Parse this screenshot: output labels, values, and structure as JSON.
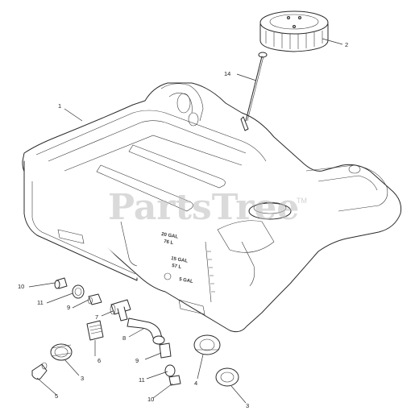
{
  "watermark": {
    "text": "PartsTree",
    "tm": "TM"
  },
  "tank_markings": [
    "20 GAL",
    "76 L",
    "15 GAL",
    "57 L",
    "5 GAL"
  ],
  "callouts": [
    {
      "id": "c1",
      "label": "1"
    },
    {
      "id": "c2",
      "label": "2"
    },
    {
      "id": "c14",
      "label": "14"
    },
    {
      "id": "c10a",
      "label": "10"
    },
    {
      "id": "c11a",
      "label": "11"
    },
    {
      "id": "c9a",
      "label": "9"
    },
    {
      "id": "c7",
      "label": "7"
    },
    {
      "id": "c8",
      "label": "8"
    },
    {
      "id": "c6",
      "label": "6"
    },
    {
      "id": "c3a",
      "label": "3"
    },
    {
      "id": "c5",
      "label": "5"
    },
    {
      "id": "c9b",
      "label": "9"
    },
    {
      "id": "c11b",
      "label": "11"
    },
    {
      "id": "c10b",
      "label": "10"
    },
    {
      "id": "c4",
      "label": "4"
    },
    {
      "id": "c3b",
      "label": "3"
    }
  ]
}
